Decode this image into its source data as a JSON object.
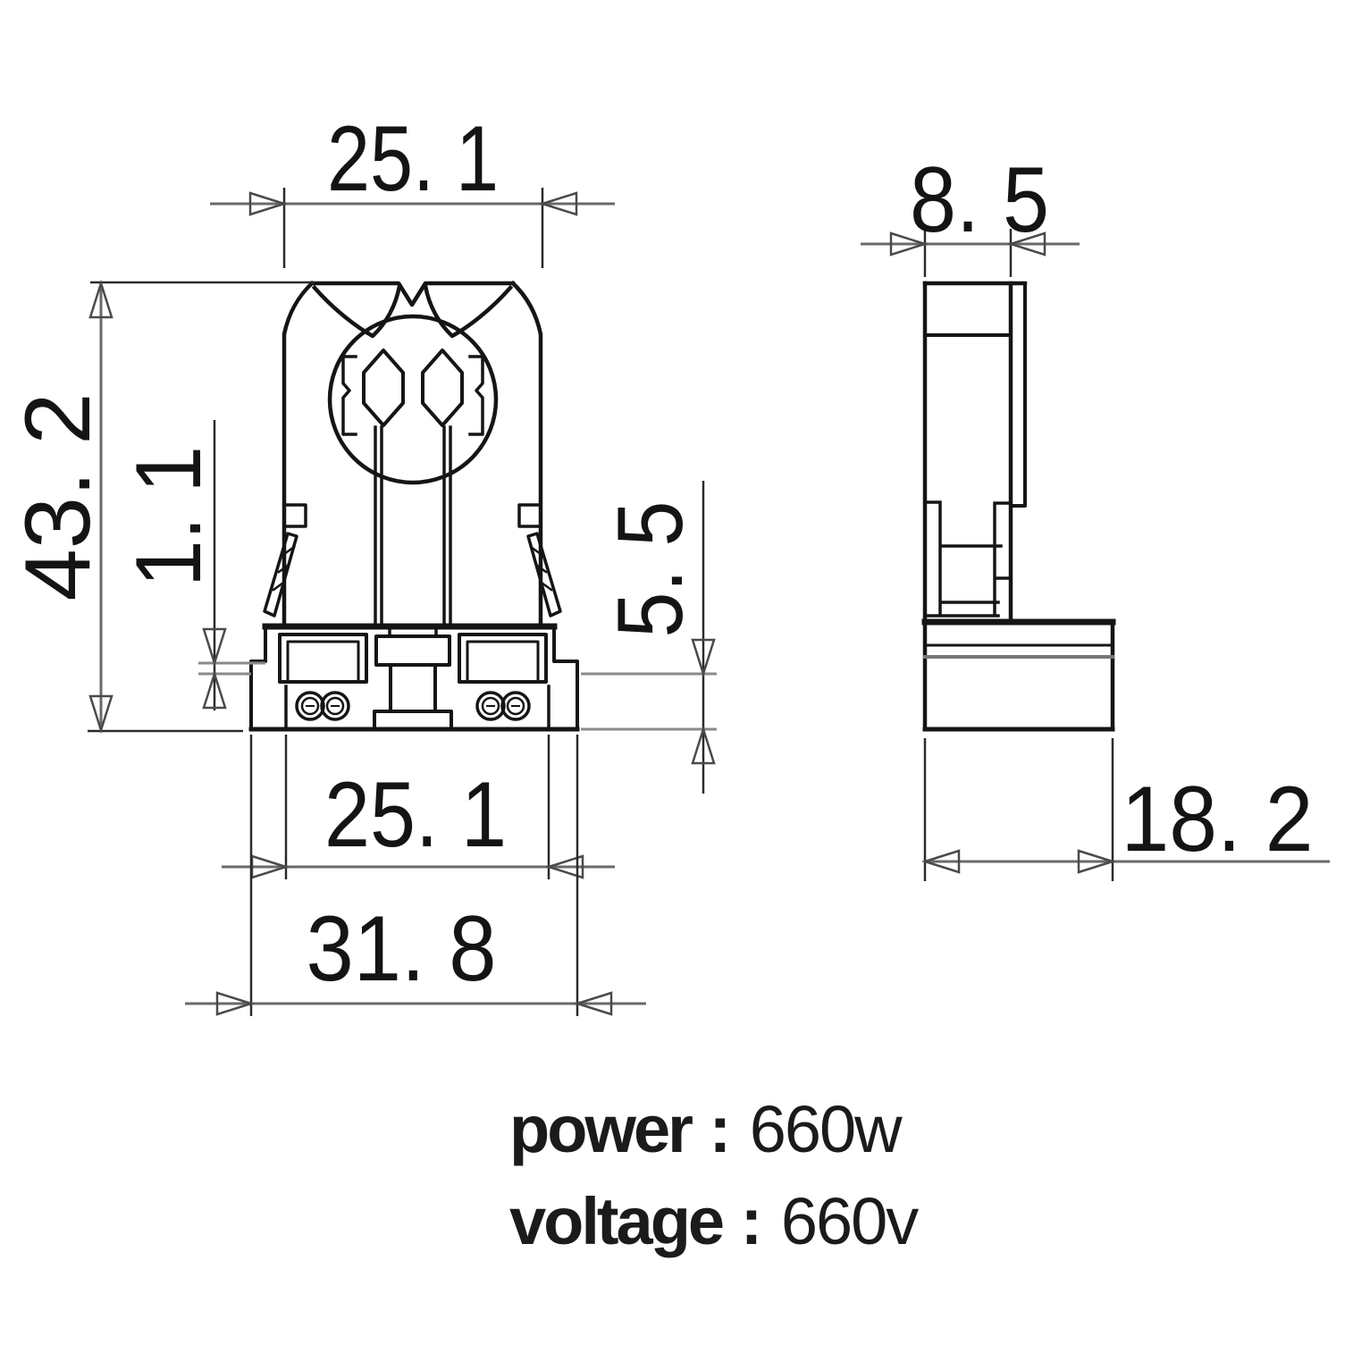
{
  "dimensions": {
    "front_top_width": "25. 1",
    "front_total_height": "43. 2",
    "front_lip_thickness": "1. 1",
    "front_base_height": "5. 5",
    "front_base_inner_width": "25. 1",
    "front_base_outer_width": "31. 8",
    "side_top_width": "8. 5",
    "side_base_width": "18. 2"
  },
  "specs": {
    "power": {
      "label": "power",
      "separator": " : ",
      "value": "660w"
    },
    "voltage": {
      "label": "voltage",
      "separator": " : ",
      "value": "660v"
    }
  },
  "colors": {
    "outline": "#151515",
    "dimension_line": "#6a6a6a",
    "extension_line": "#2b2b2b",
    "reference_line": "#8a8a8a",
    "text": "#141414",
    "background": "#ffffff"
  }
}
